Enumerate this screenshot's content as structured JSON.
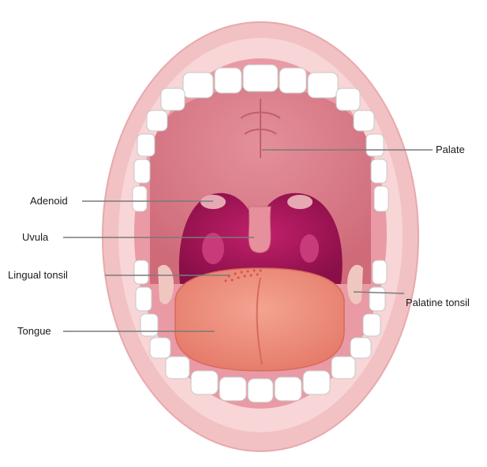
{
  "diagram": {
    "labels": {
      "palate": "Palate",
      "adenoid": "Adenoid",
      "uvula": "Uvula",
      "lingual_tonsil": "Lingual tonsil",
      "palatine_tonsil": "Palatine tonsil",
      "tongue": "Tongue"
    },
    "colors": {
      "lip_outer": "#f2c1c3",
      "lip_inner": "#f7d3d4",
      "palate": "#d9727f",
      "throat": "#a5185a",
      "tongue": "#ef8f7f",
      "teeth": "#ffffff",
      "leader_line": "#7a7a7a"
    }
  }
}
